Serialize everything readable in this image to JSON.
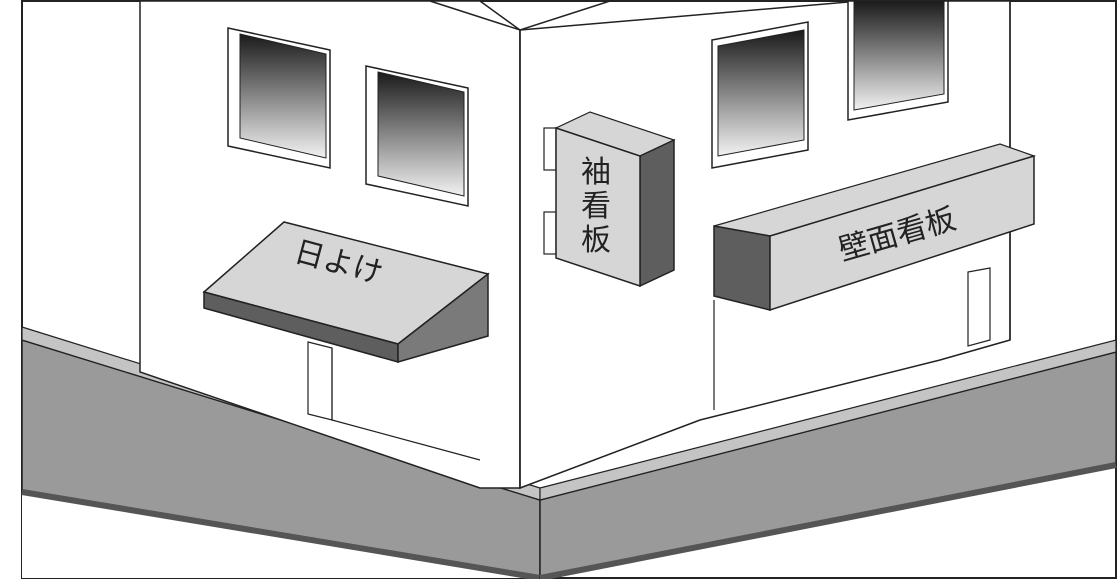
{
  "labels": {
    "awning": "日よけ",
    "projecting_sign": [
      "袖",
      "看",
      "板"
    ],
    "wall_sign": "壁面看板"
  },
  "colors": {
    "background": "#ffffff",
    "outline": "#222222",
    "wall": "#ffffff",
    "street": "#9a9a9a",
    "sidewalk": "#c4c4c4",
    "sign_face": "#d6d6d6",
    "sign_shadow": "#5e5e5e",
    "window_dark": "#1a1a1a",
    "window_light": "#f2f2f2"
  }
}
